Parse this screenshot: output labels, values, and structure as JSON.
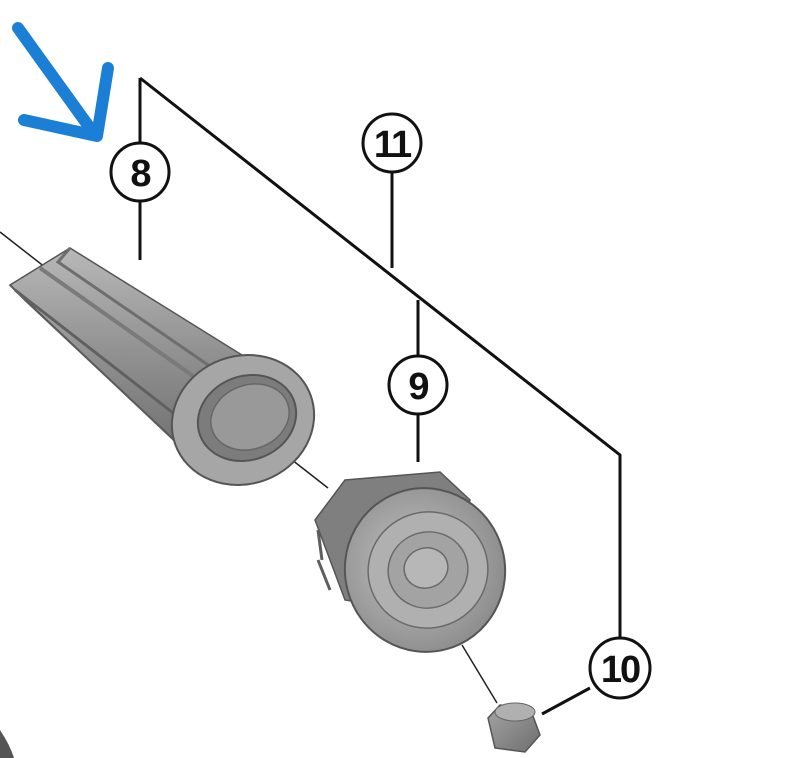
{
  "callouts": {
    "part_8": "8",
    "part_9": "9",
    "part_10": "10",
    "part_11": "11"
  },
  "colors": {
    "arrow": "#1b7fd6",
    "part_fill": "#9a9a9a",
    "part_dark": "#6e6e6e",
    "part_light": "#bdbdbd",
    "line": "#111111"
  },
  "icons": {
    "pointer_arrow": "arrow-down-right-icon"
  }
}
